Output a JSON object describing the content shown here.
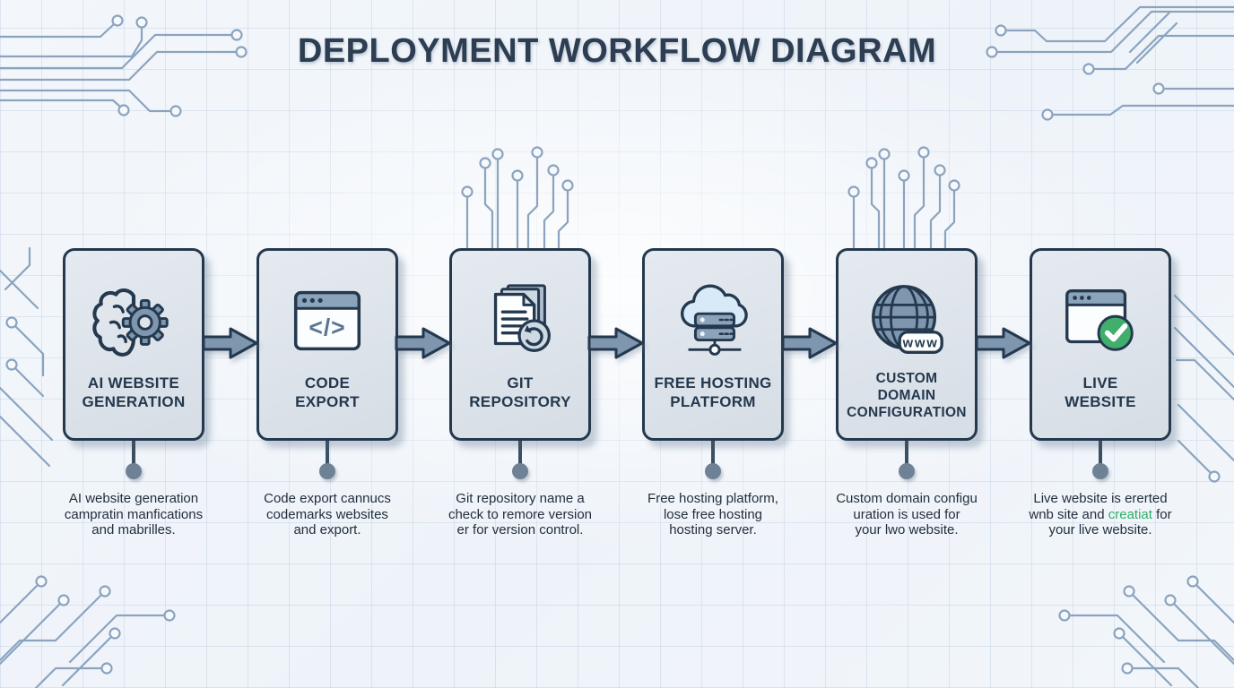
{
  "title": "DEPLOYMENT WORKFLOW DIAGRAM",
  "colors": {
    "title": "#2d3d52",
    "box_border": "#24384e",
    "box_fill": "#dfe5ec",
    "arrow_fill": "#7e96ae",
    "circuit_trace": "#8ba3bf",
    "highlight_green": "#2fae67",
    "check_green": "#41ae6b"
  },
  "steps": [
    {
      "label": "AI WEBSITE\nGENERATION",
      "icon": "brain-gear-icon",
      "description": "AI website generation\ncampratin manfications\nand mabrilles."
    },
    {
      "label": "CODE\nEXPORT",
      "icon": "code-window-icon",
      "icon_text": "</>",
      "description": "Code export cannucs\ncodemarks websites\nand export."
    },
    {
      "label": "GIT\nREPOSITORY",
      "icon": "documents-history-icon",
      "description": "Git repository name a\ncheck to remore version\ner for version control."
    },
    {
      "label": "FREE HOSTING\nPLATFORM",
      "icon": "cloud-server-icon",
      "description": "Free hosting platform,\nlose free hosting\nhosting server."
    },
    {
      "label": "CUSTOM\nDOMAIN\nCONFIGURATION",
      "icon": "globe-www-icon",
      "icon_text": "www",
      "description": "Custom domain configu\nuration is used for\nyour lwo website."
    },
    {
      "label": "LIVE\nWEBSITE",
      "icon": "browser-check-icon",
      "description_pre": "Live website is ererted\nwnb site and ",
      "description_highlight": "creatiat",
      "description_post": " for\nyour live website."
    }
  ]
}
